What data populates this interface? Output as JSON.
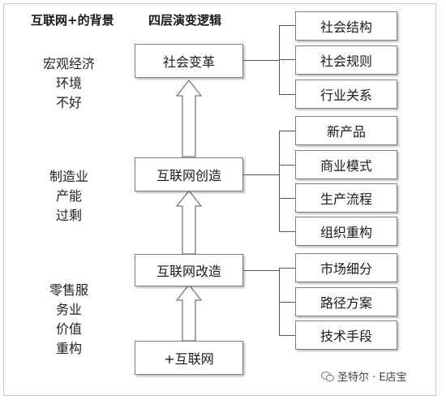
{
  "header": {
    "left": "互联网+的背景",
    "right": "四层演变逻辑"
  },
  "side_notes": [
    [
      "宏观经济",
      "环境",
      "不好"
    ],
    [
      "制造业",
      "产能",
      "过剩"
    ],
    [
      "零售服",
      "务业",
      "价值",
      "重构"
    ]
  ],
  "center_boxes": [
    "社会变革",
    "互联网创造",
    "互联网改造",
    "+互联网"
  ],
  "branches": [
    [
      "社会结构",
      "社会规则",
      "行业关系"
    ],
    [
      "新产品",
      "商业模式",
      "生产流程",
      "组织重构"
    ],
    [
      "市场细分",
      "路径方案",
      "技术手段"
    ]
  ],
  "watermark": {
    "icon": "wechat-icon",
    "text": "圣特尔 · E店宝"
  }
}
